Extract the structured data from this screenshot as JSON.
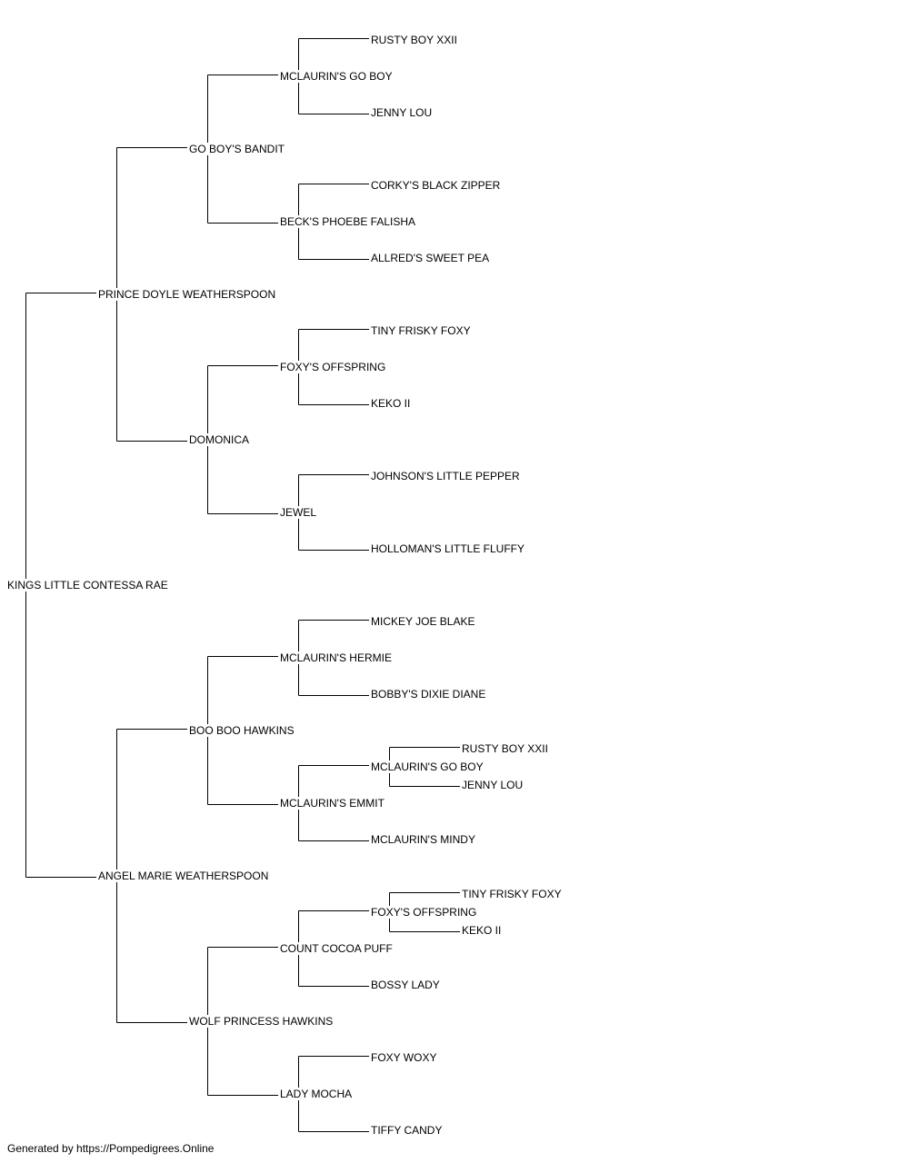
{
  "pedigree": {
    "name": "KINGS LITTLE CONTESSA RAE",
    "sire": {
      "name": "PRINCE DOYLE WEATHERSPOON",
      "sire": {
        "name": "GO BOY'S BANDIT",
        "sire": {
          "name": "MCLAURIN'S GO BOY",
          "sire": {
            "name": "RUSTY BOY XXII"
          },
          "dam": {
            "name": "JENNY LOU"
          }
        },
        "dam": {
          "name": "BECK'S PHOEBE FALISHA",
          "sire": {
            "name": "CORKY'S BLACK ZIPPER"
          },
          "dam": {
            "name": "ALLRED'S SWEET PEA"
          }
        }
      },
      "dam": {
        "name": "DOMONICA",
        "sire": {
          "name": "FOXY'S OFFSPRING",
          "sire": {
            "name": "TINY FRISKY FOXY"
          },
          "dam": {
            "name": "KEKO II"
          }
        },
        "dam": {
          "name": "JEWEL",
          "sire": {
            "name": "JOHNSON'S LITTLE PEPPER"
          },
          "dam": {
            "name": "HOLLOMAN'S LITTLE FLUFFY"
          }
        }
      }
    },
    "dam": {
      "name": "ANGEL MARIE WEATHERSPOON",
      "sire": {
        "name": "BOO BOO HAWKINS",
        "sire": {
          "name": "MCLAURIN'S HERMIE",
          "sire": {
            "name": "MICKEY JOE BLAKE"
          },
          "dam": {
            "name": "BOBBY'S DIXIE DIANE"
          }
        },
        "dam": {
          "name": "MCLAURIN'S EMMIT",
          "sire": {
            "name": "MCLAURIN'S GO BOY",
            "sire": {
              "name": "RUSTY BOY XXII"
            },
            "dam": {
              "name": "JENNY LOU"
            }
          },
          "dam": {
            "name": "MCLAURIN'S MINDY"
          }
        }
      },
      "dam": {
        "name": "WOLF PRINCESS HAWKINS",
        "sire": {
          "name": "COUNT COCOA PUFF",
          "sire": {
            "name": "FOXY'S OFFSPRING",
            "sire": {
              "name": "TINY FRISKY FOXY"
            },
            "dam": {
              "name": "KEKO II"
            }
          },
          "dam": {
            "name": "BOSSY LADY"
          }
        },
        "dam": {
          "name": "LADY MOCHA",
          "sire": {
            "name": "FOXY WOXY"
          },
          "dam": {
            "name": "TIFFY CANDY"
          }
        }
      }
    }
  },
  "footer": "Generated by https://Pompedigrees.Online",
  "line_color": "#000000"
}
